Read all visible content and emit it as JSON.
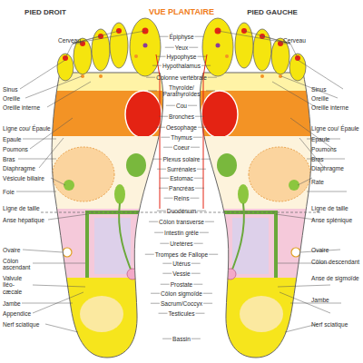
{
  "diagram": {
    "title": "VUE PLANTAIRE",
    "labels": [
      "PIED DROIT",
      "PIED GAUCHE",
      "Cerveau",
      "Sinus",
      "Oreille",
      "Oreille interne",
      "Ligne cou/ Épaule",
      "Epaule",
      "Poumons",
      "Bras",
      "Diaphragme",
      "Vésicule biliaire",
      "Foie",
      "Ligne de taille",
      "Anse hépatique",
      "Ovaire",
      "Côlon ascendant",
      "Valvule Iléo-cæcale",
      "Jambe",
      "Appendice",
      "Nerf sciatique",
      "Épiphyse",
      "Yeux",
      "Hypophyse",
      "Hypothalamus",
      "Colonne vertébrale",
      "Thyroïde/ Parathyroïdes",
      "Cou",
      "Bronches",
      "Oesophage",
      "Thymus",
      "Coeur",
      "Plexus solaire",
      "Surrénales",
      "Estomac",
      "Pancréas",
      "Reins",
      "Duodénum",
      "Côlon transverse",
      "Intestin grêle",
      "Uretères",
      "Trompes de Fallope",
      "Utérus",
      "Vessie",
      "Prostate",
      "Côlon sigmoïde",
      "Sacrum/Coccyx",
      "Testicules",
      "Bassin",
      "Cerveau",
      "Sinus",
      "Oreille",
      "Oreille interne",
      "Ligne cou/ Épaule",
      "Epaule",
      "Poumons",
      "Bras",
      "Diaphragme",
      "Rate",
      "Ligne de taille",
      "Anse splénique",
      "Ovaire",
      "Côlon descendant",
      "Anse de sigmoïde",
      "Jambe",
      "Nerf sciatique"
    ]
  }
}
